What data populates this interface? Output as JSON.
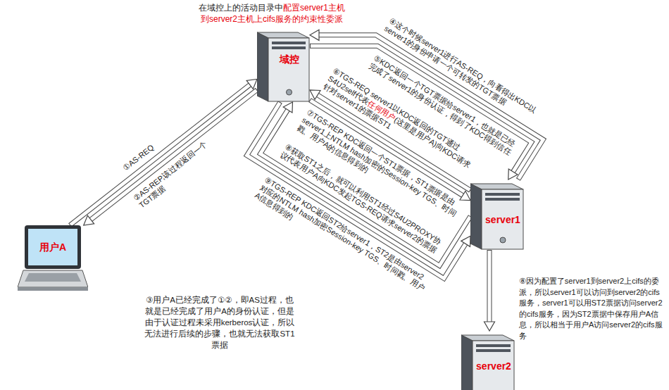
{
  "diagram": {
    "title": "在域控上的活动目录中配置server1主机到server2主机上cifs服务的约束性委派",
    "nodes": [
      {
        "text": [
          "域控"
        ]
      },
      {
        "text": [
          "server1"
        ]
      },
      {
        "text": [
          "用户A"
        ]
      },
      {
        "text": [
          "server2"
        ]
      }
    ],
    "edges": [
      {
        "from": 2,
        "to": 0,
        "arrow": "to",
        "label": "①AS-REQ"
      },
      {
        "from": 0,
        "to": 2,
        "arrow": "to",
        "label": "②AS-REP,该过程返回一个TGT票据"
      },
      {
        "from": 1,
        "to": 0,
        "arrow": "to",
        "label": "④这个时候server1进行AS-REQ，向看得出KDC以server1的身份申请一个可转发的TGT票据"
      },
      {
        "from": 0,
        "to": 1,
        "arrow": "to",
        "label": "⑤KDC返回一个TGT票据给server1，也就是已经完成了server1的身份认证，得到了KDC得到信任"
      },
      {
        "from": 1,
        "to": 0,
        "arrow": "to",
        "label": "⑥TGS-REQ server1以KDC返回的TGT通过S4U2self代表任何用户(这里是用户A)向KDC请求针对server1的票据ST1"
      },
      {
        "from": 0,
        "to": 1,
        "arrow": "to",
        "label": "⑦TGS-REP KDC返回一个ST1票据，ST1票据是由server1上NTLM hash加密的Session-key TGS、时间戳、用户A的信息得到的"
      },
      {
        "from": 1,
        "to": 0,
        "arrow": "to",
        "label": "⑧获取ST1之后，就可以利用ST1经过S4U2PROXY协议代表用户A向KDC发起TGS-REQ请求server2的票据"
      },
      {
        "from": 0,
        "to": 1,
        "arrow": "to",
        "label": "⑨TGS-REP KDC返回ST2给server1，ST2是由server2对应的NTLM hash加密Session-key TGS、时间戳、用户A信息得到的"
      },
      {
        "from": 1,
        "to": 3,
        "arrow": "to"
      }
    ],
    "labels": [
      "③用户A已经完成了①②，即AS过程，也就是已经完成了用户A的身份认证，但是由于认证过程未采用kerberos认证，所以无法进行后续的步骤，也就无法获取ST1票据",
      "⑧因为配置了server1到server2上cifs的委派，所以server1可以访问到server2的cifs服务，server1可以用ST2票据访问server2的cifs服务，因为ST2票据中保存用户A信息，所以相当于用户A访问server2的cifs服务"
    ]
  }
}
